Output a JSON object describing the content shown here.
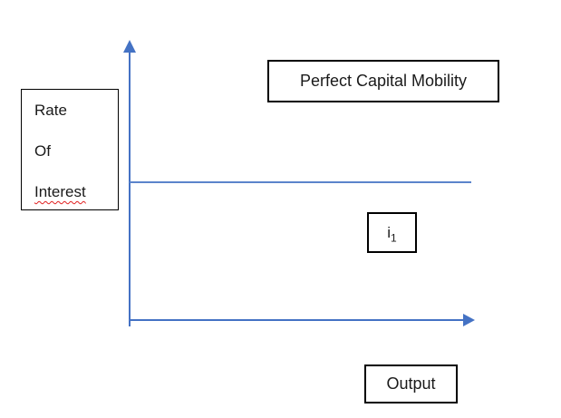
{
  "diagram": {
    "title": "Perfect Capital Mobility",
    "y_axis_label_lines": [
      "Rate",
      "Of",
      "Interest"
    ],
    "interest_label_base": "i",
    "interest_label_sub": "1",
    "x_axis_label": "Output"
  },
  "colors": {
    "axis_blue": "#4472C4",
    "line_blue": "#5b84cb",
    "box_border": "#000000",
    "spellcheck_red": "#e02020"
  }
}
